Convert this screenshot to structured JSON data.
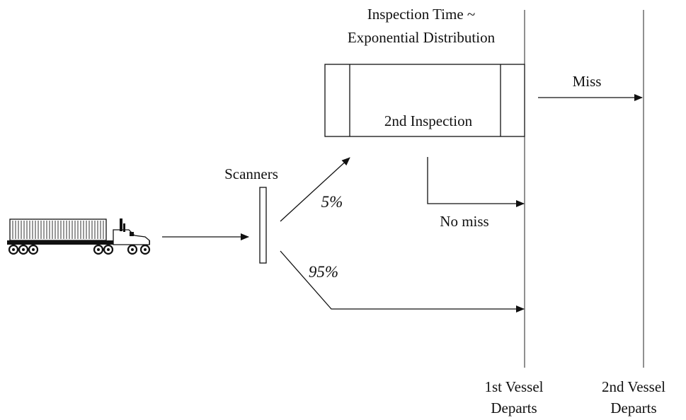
{
  "title_line1": "Inspection Time ~",
  "title_line2": "Exponential Distribution",
  "box_label": "2nd Inspection",
  "scanners_label": "Scanners",
  "pct_inspect": "5%",
  "pct_pass": "95%",
  "miss_label": "Miss",
  "no_miss_label": "No miss",
  "vessel1_line1": "1st Vessel",
  "vessel1_line2": "Departs",
  "vessel2_line1": "2nd Vessel",
  "vessel2_line2": "Departs",
  "icons": [
    "truck-icon"
  ],
  "colors": {
    "ink": "#111111",
    "background": "#ffffff"
  }
}
